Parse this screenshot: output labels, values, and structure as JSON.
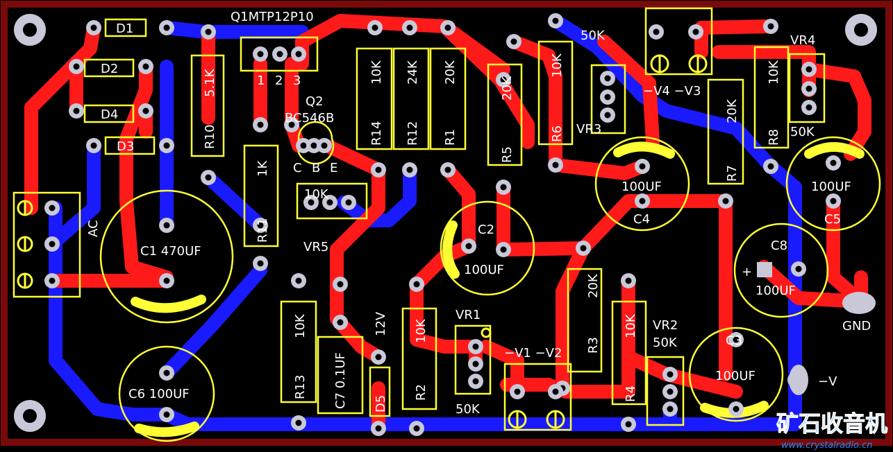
{
  "colors": {
    "background": "#000000",
    "border": "#7a0a0a",
    "top_copper": "#ff1a1a",
    "bottom_copper": "#1a1aff",
    "silkscreen": "#ffff33",
    "pad": "#c8c8d8",
    "hole": "#000000",
    "keepout": "#ffffff",
    "watermark": "#1a8cff"
  },
  "labels": {
    "d1": "D1",
    "d2": "D2",
    "d4": "D4",
    "d3": "D3",
    "q1": "Q1MTP12P10",
    "q1_pin1": "1",
    "q1_pin2": "2",
    "q1_pin3": "3",
    "q2": "Q2",
    "q2_part": "BC546B",
    "q2_c": "C",
    "q2_b": "B",
    "q2_e": "E",
    "r10_val": "5.1K",
    "r10_ref": "R10",
    "r11_val": "1K",
    "r11_ref": "R11",
    "r14_val": "10K",
    "r14_ref": "R14",
    "r12_val": "24K",
    "r12_ref": "R12",
    "r1_val": "20K",
    "r1_ref": "R1",
    "r5_val": "20K",
    "r5_ref": "R5",
    "r6_val": "10K",
    "r6_ref": "R6",
    "r7_val": "20K",
    "r7_ref": "R7",
    "r8_val": "10K",
    "r8_ref": "R8",
    "r13_val": "10K",
    "r13_ref": "R13",
    "r2_val": "10K",
    "r2_ref": "R2",
    "r3_val": "20K",
    "r3_ref": "R3",
    "r4_val": "10K",
    "r4_ref": "R4",
    "vr5": "VR5",
    "vr5_val": "10K",
    "vr3": "VR3",
    "vr3_val": "50K",
    "vr4": "VR4",
    "vr4_val": "50K",
    "vr1": "VR1",
    "vr1_val": "50K",
    "vr2": "VR2",
    "vr2_val": "50K",
    "ac": "AC",
    "c1": "C1 470UF",
    "c6": "C6  100UF",
    "c7": "C7 0.1UF",
    "d5": "D5",
    "d5_val": "12V",
    "c2": "C2",
    "c2_val": "100UF",
    "c4": "C4",
    "c4_val": "100UF",
    "c5": "C5",
    "c5_val": "100UF",
    "c8": "C8",
    "c8_val": "100UF",
    "c8_plus": "+",
    "c3": "C3",
    "c3_val": "100UF",
    "conn_v4v3": "−V4 −V3",
    "conn_v1v2": "−V1 −V2",
    "gnd": "GND",
    "neg_v": "−V",
    "watermark_cn": "矿石收音机",
    "watermark_url": "www.crystalradio.cn"
  }
}
